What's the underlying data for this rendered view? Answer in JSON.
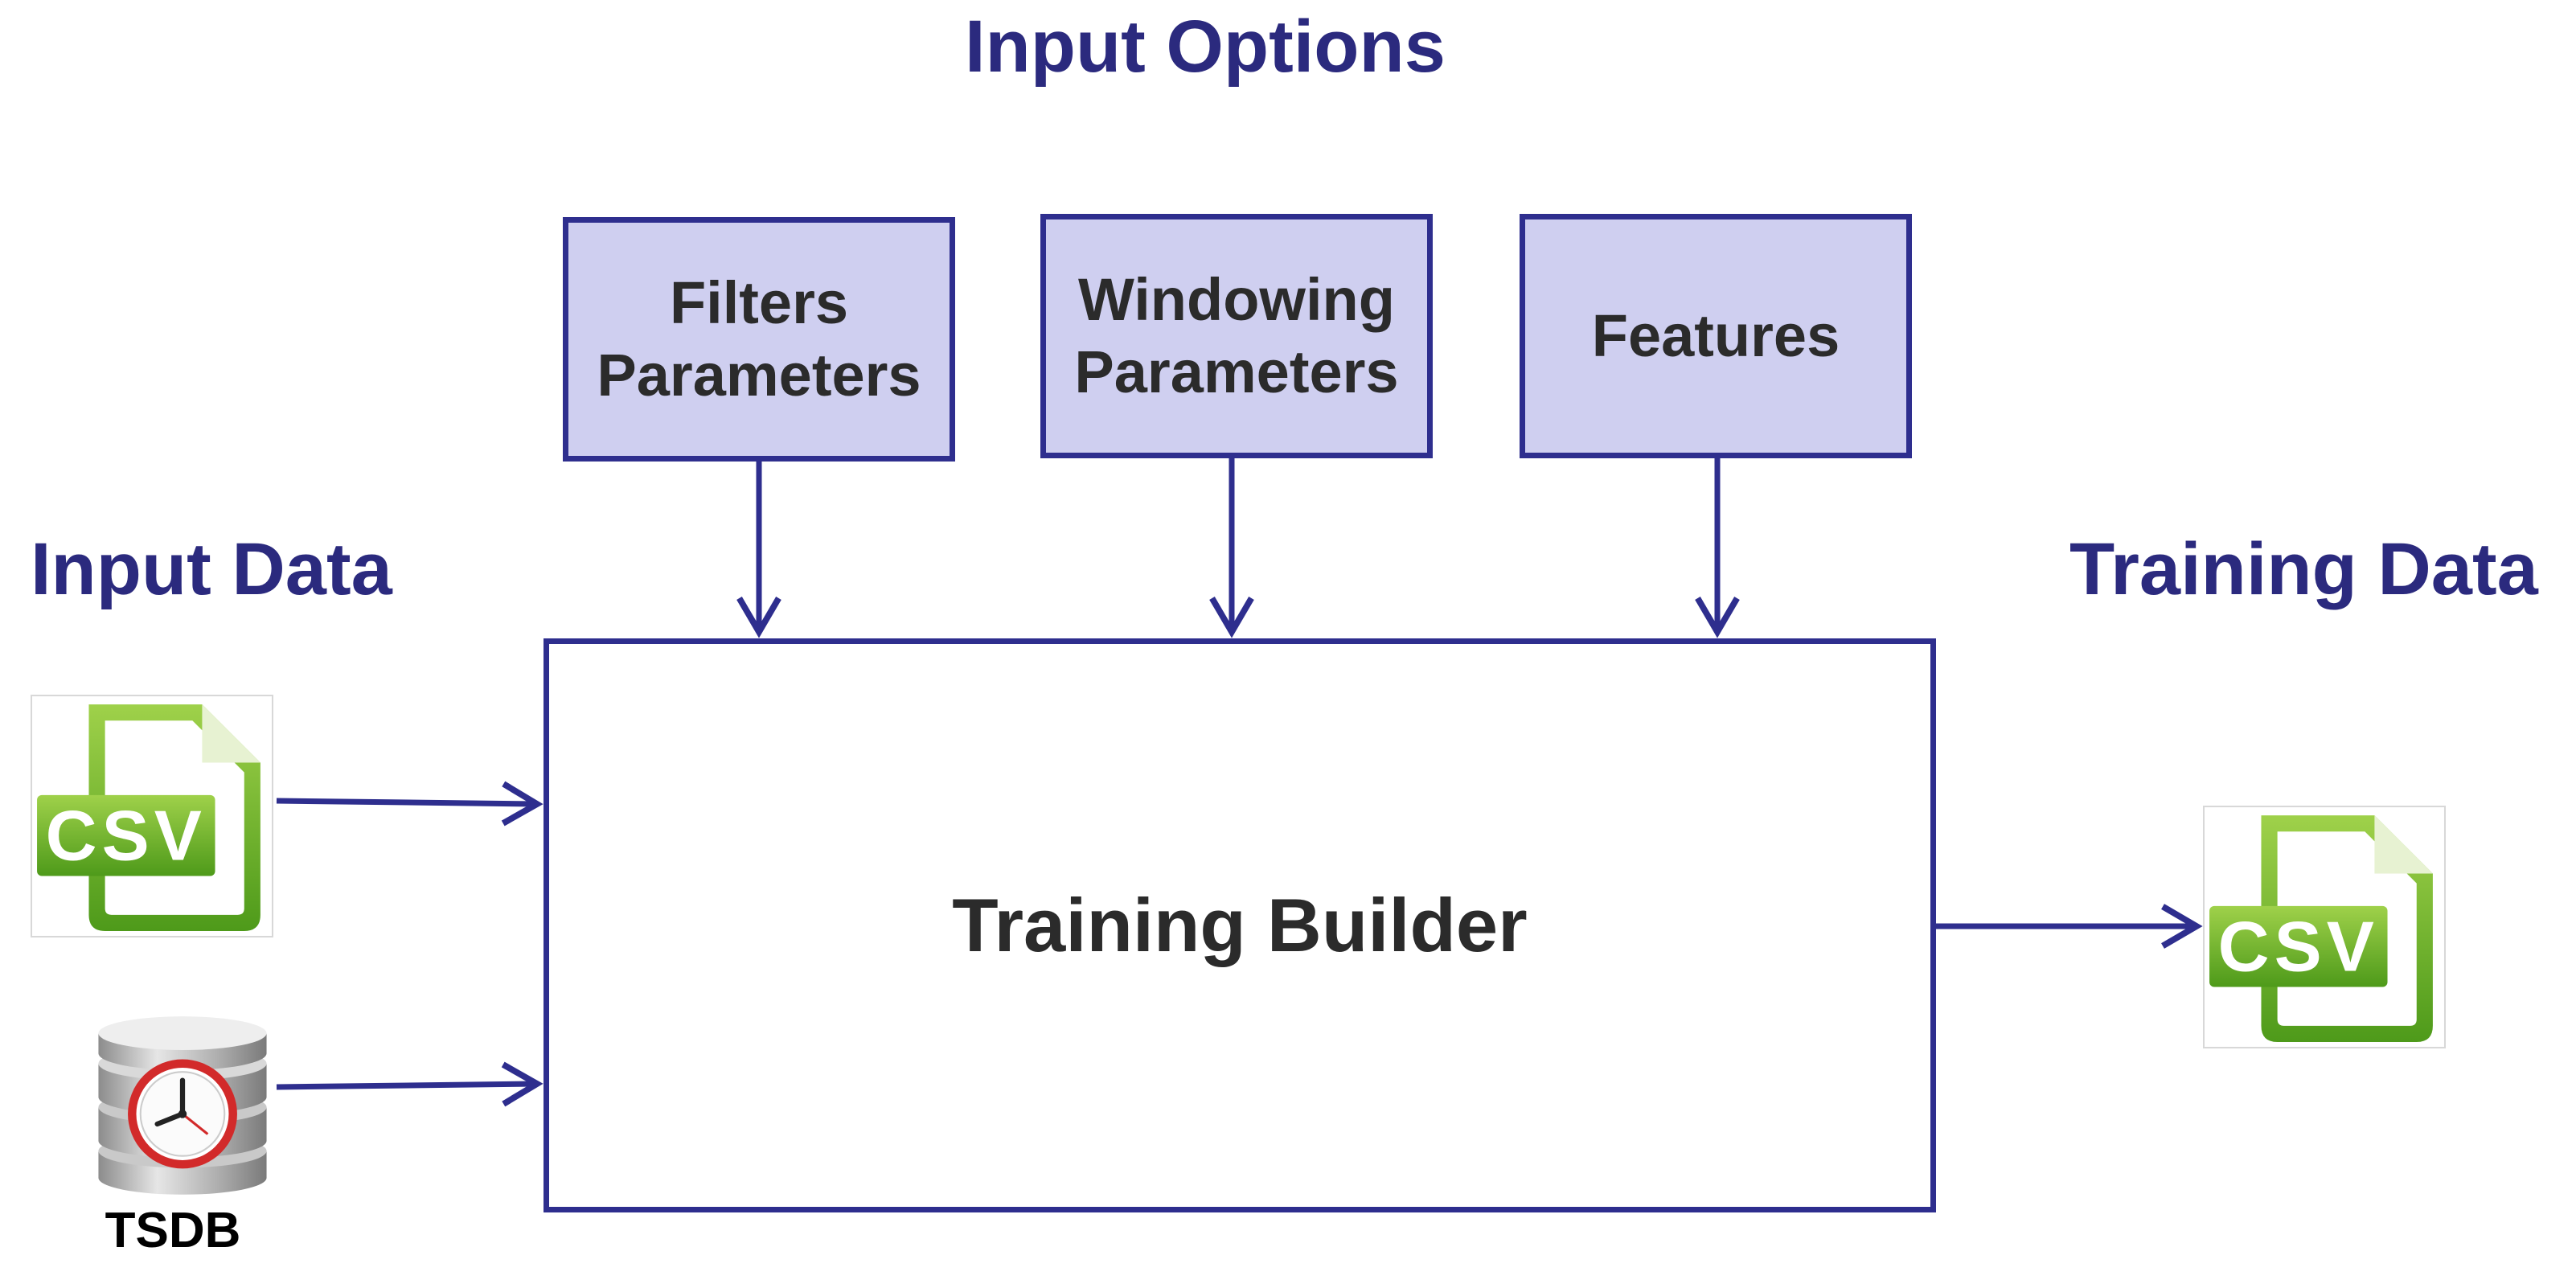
{
  "headings": {
    "input_options": "Input Options",
    "input_data": "Input Data",
    "training_data": "Training Data"
  },
  "option_boxes": [
    {
      "line1": "Filters",
      "line2": "Parameters"
    },
    {
      "line1": "Windowing",
      "line2": "Parameters"
    },
    {
      "line1": "Features"
    }
  ],
  "main_box": {
    "label": "Training Builder"
  },
  "inputs": {
    "csv_icon_text": "CSV",
    "db_label": "TSDB"
  },
  "outputs": {
    "csv_icon_text": "CSV"
  },
  "colors": {
    "heading": "#2b2a7e",
    "stroke": "#2e2e8e",
    "box_fill": "#cfcff0",
    "csv_green": "#6aae1f",
    "db_silver": "#b7b7b7",
    "clock_red": "#d22a2a"
  },
  "icons": [
    "csv-file-icon",
    "database-clock-icon"
  ]
}
